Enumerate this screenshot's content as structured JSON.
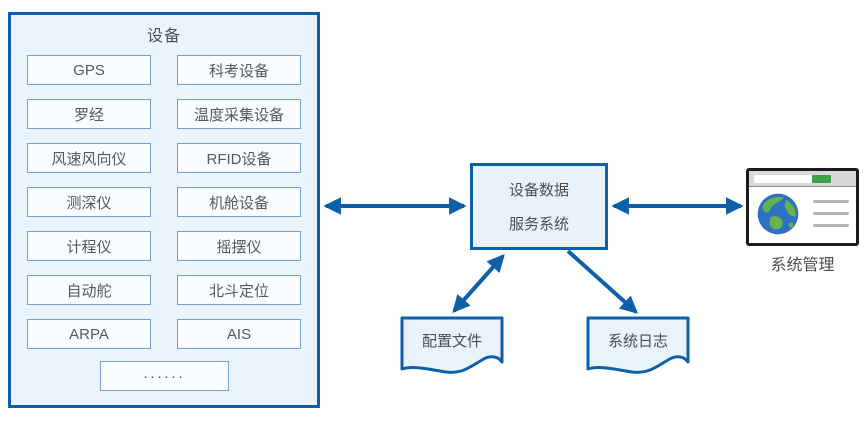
{
  "device_panel": {
    "title": "设备",
    "items": [
      "GPS",
      "科考设备",
      "罗经",
      "温度采集设备",
      "风速风向仪",
      "RFID设备",
      "测深仪",
      "机舱设备",
      "计程仪",
      "摇摆仪",
      "自动舵",
      "北斗定位",
      "ARPA",
      "AIS"
    ],
    "more_label": "······"
  },
  "service_box": {
    "line1": "设备数据",
    "line2": "服务系统"
  },
  "documents": {
    "config": {
      "label": "配置文件"
    },
    "log": {
      "label": "系统日志"
    }
  },
  "admin": {
    "label": "系统管理",
    "icon": "browser-globe-icon"
  },
  "colors": {
    "primary_blue": "#0E5FA9",
    "panel_fill": "#EAF4FC",
    "doc_fill": "#E9F3FB",
    "cell_border": "#79A1CD",
    "icon_green": "#3FA04A",
    "globe_ocean_blue": "#2E70C2",
    "globe_land_green": "#66B24E"
  }
}
